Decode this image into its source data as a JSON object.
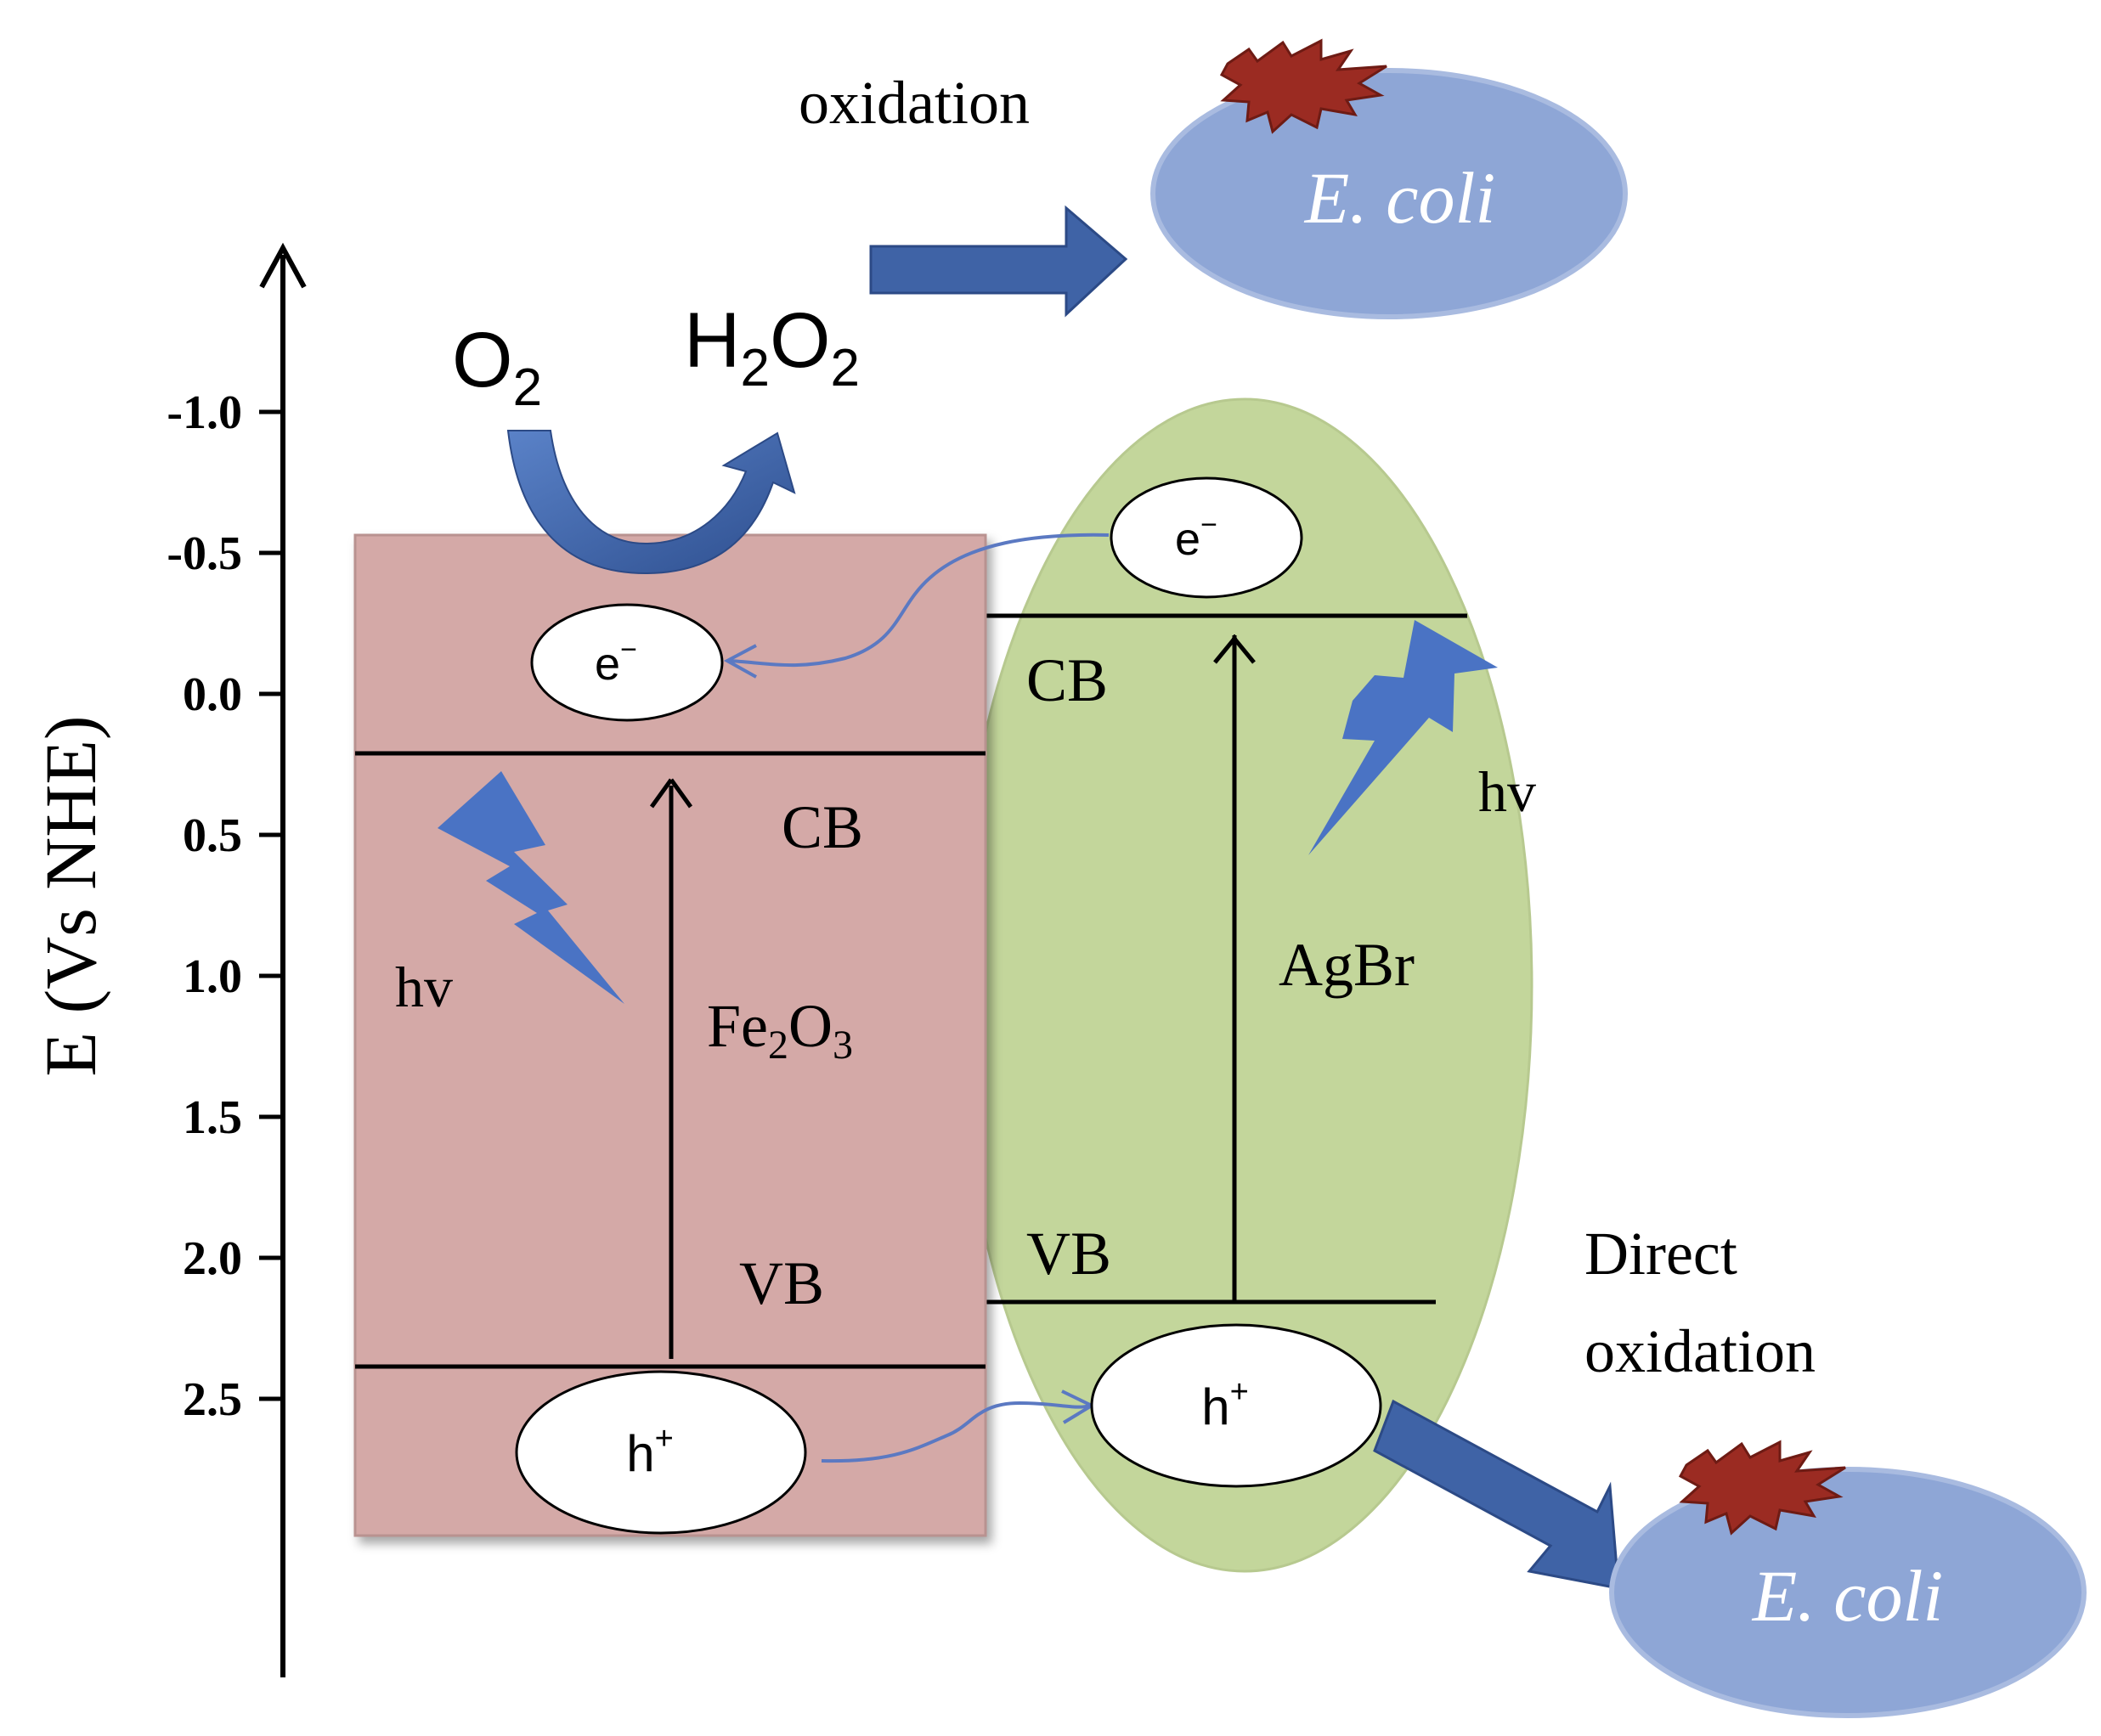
{
  "axis": {
    "label": "E (Vs NHE)",
    "ticks": [
      "-1.0",
      "-0.5",
      "0.0",
      "0.5",
      "1.0",
      "1.5",
      "2.0",
      "2.5"
    ]
  },
  "fe2o3": {
    "name_main": "Fe",
    "name_sub1": "2",
    "name_mid": "O",
    "name_sub2": "3",
    "cb_label": "CB",
    "vb_label": "VB",
    "light_label": "hv"
  },
  "agbr": {
    "name": "AgBr",
    "cb_label": "CB",
    "vb_label": "VB",
    "light_label": "hv"
  },
  "carriers": {
    "electron_main": "e",
    "electron_sup": "−",
    "hole_main": "h",
    "hole_sup": "+"
  },
  "reaction": {
    "reactant_main": "O",
    "reactant_sub": "2",
    "product_h": "H",
    "product_sub1": "2",
    "product_o": "O",
    "product_sub2": "2",
    "top_process": "oxidation",
    "bottom_process_line1": "Direct",
    "bottom_process_line2": "oxidation",
    "target": "E. coli"
  },
  "colors": {
    "fe2o3_fill": "#d4a9a7",
    "agbr_fill": "#c3d69b",
    "arrow_blue": "#3f63a6",
    "bolt_blue": "#4a73c4",
    "ecoli_fill": "#8ea6d6",
    "splat_fill": "#9b2b22"
  }
}
